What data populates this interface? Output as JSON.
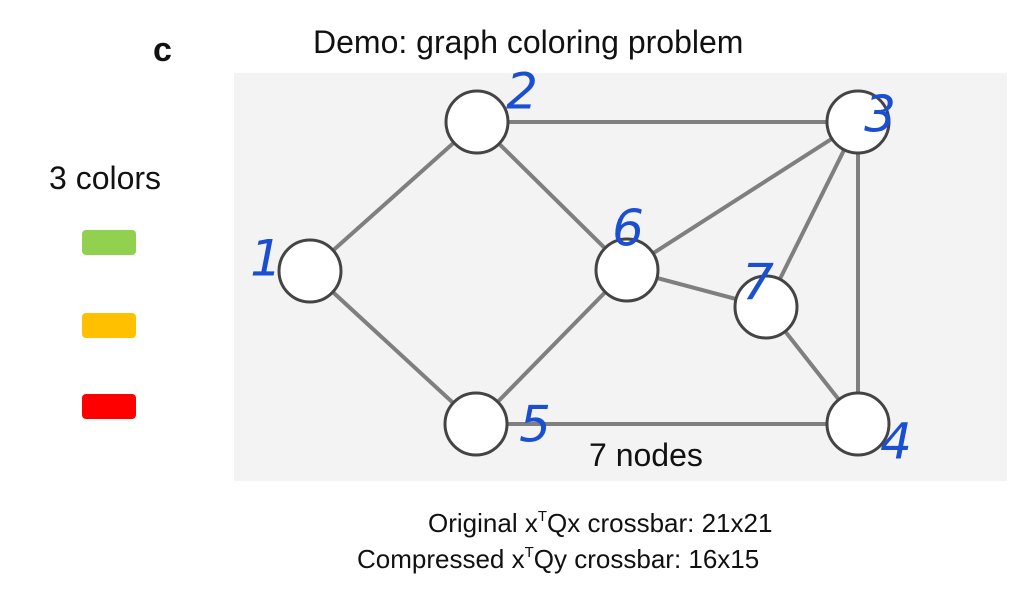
{
  "panel_letter": "c",
  "title": "Demo: graph coloring problem",
  "legend": {
    "label": "3 colors",
    "colors": [
      "#92d050",
      "#ffc000",
      "#ff0000"
    ]
  },
  "graph": {
    "node_labels": [
      "1",
      "2",
      "3",
      "4",
      "5",
      "6",
      "7"
    ],
    "edges": [
      [
        "1",
        "2"
      ],
      [
        "1",
        "5"
      ],
      [
        "2",
        "3"
      ],
      [
        "2",
        "6"
      ],
      [
        "3",
        "6"
      ],
      [
        "3",
        "7"
      ],
      [
        "3",
        "4"
      ],
      [
        "6",
        "5"
      ],
      [
        "6",
        "7"
      ],
      [
        "7",
        "4"
      ],
      [
        "5",
        "4"
      ]
    ],
    "node_count_label": "7 nodes",
    "handwriting_color": "#1a4fd1"
  },
  "stats": {
    "original": {
      "prefix": "Original x",
      "sup": "T",
      "suffix": "Qx crossbar: 21x21"
    },
    "compressed": {
      "prefix": "Compressed x",
      "sup": "T",
      "suffix": "Qy crossbar: 16x15"
    }
  }
}
